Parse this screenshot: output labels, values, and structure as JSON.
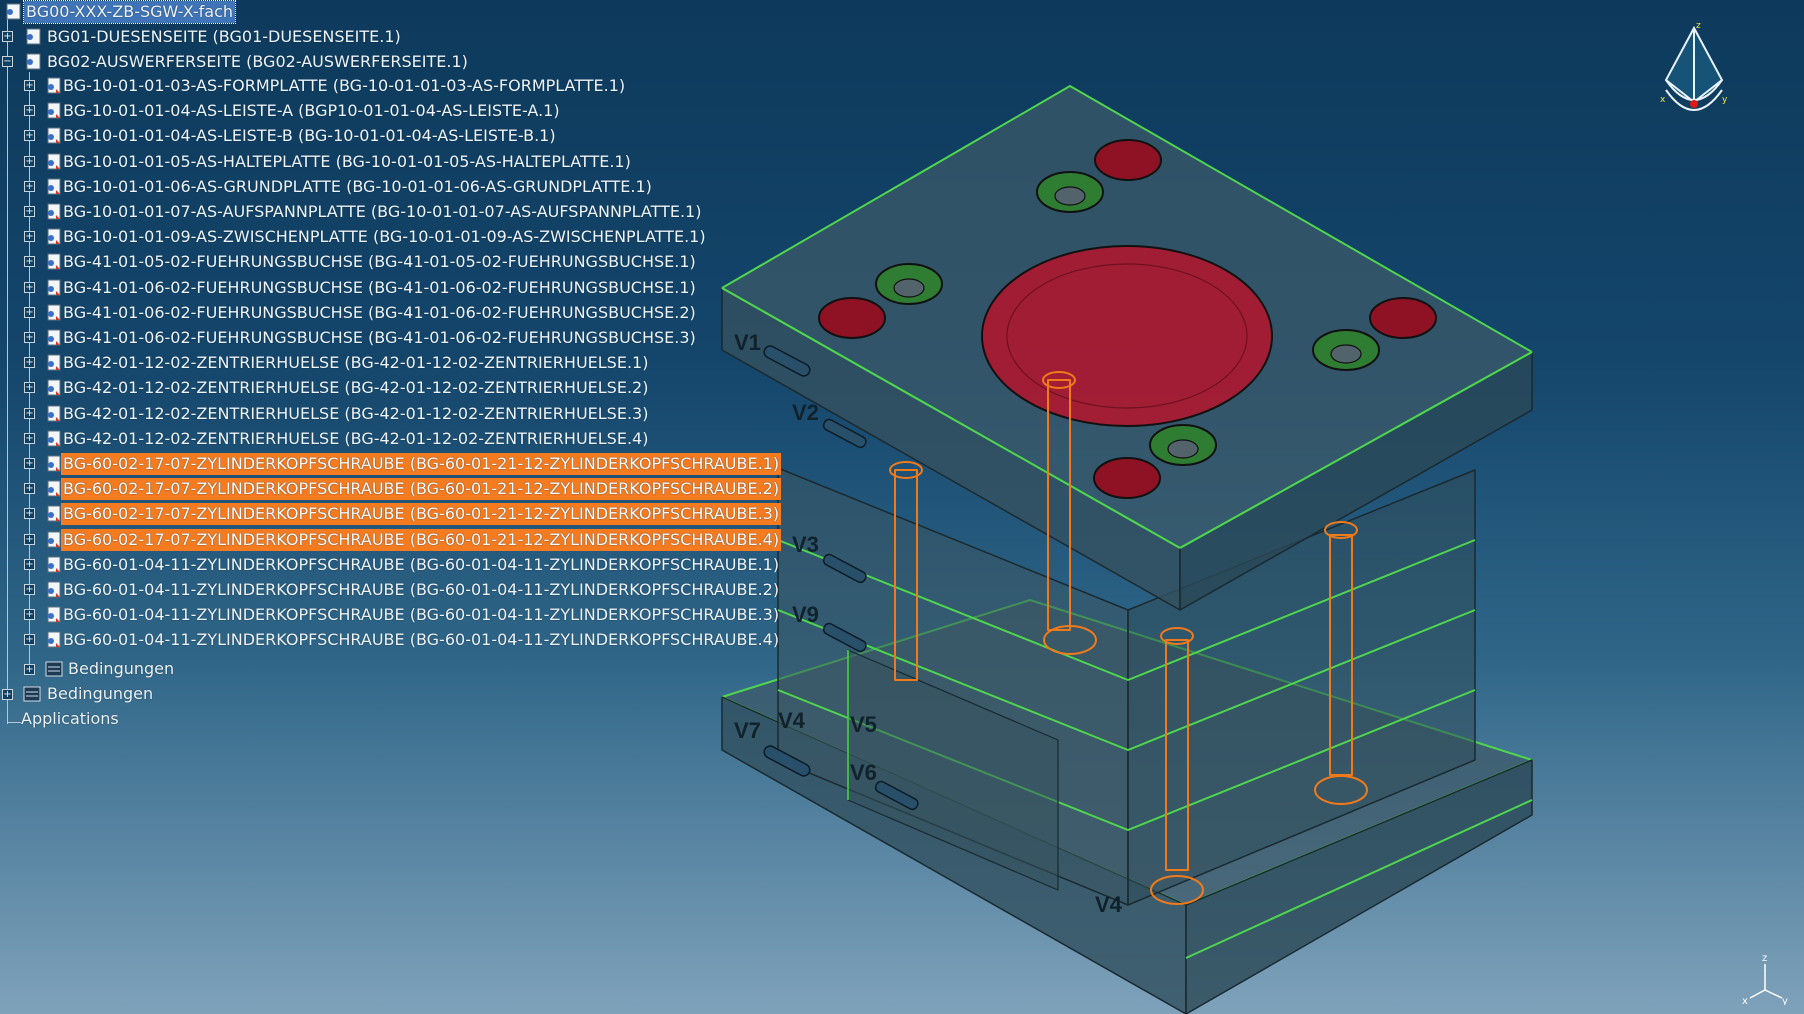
{
  "tree": {
    "root": "BG00-XXX-ZB-SGW-X-fach",
    "duesenseite": "BG01-DUESENSEITE (BG01-DUESENSEITE.1)",
    "auswerferseite": "BG02-AUSWERFERSEITE (BG02-AUSWERFERSEITE.1)",
    "children": [
      "BG-10-01-01-03-AS-FORMPLATTE (BG-10-01-01-03-AS-FORMPLATTE.1)",
      "BG-10-01-01-04-AS-LEISTE-A (BGP10-01-01-04-AS-LEISTE-A.1)",
      "BG-10-01-01-04-AS-LEISTE-B (BG-10-01-01-04-AS-LEISTE-B.1)",
      "BG-10-01-01-05-AS-HALTEPLATTE (BG-10-01-01-05-AS-HALTEPLATTE.1)",
      "BG-10-01-01-06-AS-GRUNDPLATTE (BG-10-01-01-06-AS-GRUNDPLATTE.1)",
      "BG-10-01-01-07-AS-AUFSPANNPLATTE (BG-10-01-01-07-AS-AUFSPANNPLATTE.1)",
      "BG-10-01-01-09-AS-ZWISCHENPLATTE (BG-10-01-01-09-AS-ZWISCHENPLATTE.1)",
      "BG-41-01-05-02-FUEHRUNGSBUCHSE (BG-41-01-05-02-FUEHRUNGSBUCHSE.1)",
      "BG-41-01-06-02-FUEHRUNGSBUCHSE (BG-41-01-06-02-FUEHRUNGSBUCHSE.1)",
      "BG-41-01-06-02-FUEHRUNGSBUCHSE (BG-41-01-06-02-FUEHRUNGSBUCHSE.2)",
      "BG-41-01-06-02-FUEHRUNGSBUCHSE (BG-41-01-06-02-FUEHRUNGSBUCHSE.3)",
      "BG-42-01-12-02-ZENTRIERHUELSE (BG-42-01-12-02-ZENTRIERHUELSE.1)",
      "BG-42-01-12-02-ZENTRIERHUELSE (BG-42-01-12-02-ZENTRIERHUELSE.2)",
      "BG-42-01-12-02-ZENTRIERHUELSE (BG-42-01-12-02-ZENTRIERHUELSE.3)",
      "BG-42-01-12-02-ZENTRIERHUELSE (BG-42-01-12-02-ZENTRIERHUELSE.4)",
      "BG-60-02-17-07-ZYLINDERKOPFSCHRAUBE (BG-60-01-21-12-ZYLINDERKOPFSCHRAUBE.1)",
      "BG-60-02-17-07-ZYLINDERKOPFSCHRAUBE (BG-60-01-21-12-ZYLINDERKOPFSCHRAUBE.2)",
      "BG-60-02-17-07-ZYLINDERKOPFSCHRAUBE (BG-60-01-21-12-ZYLINDERKOPFSCHRAUBE.3)",
      "BG-60-02-17-07-ZYLINDERKOPFSCHRAUBE (BG-60-01-21-12-ZYLINDERKOPFSCHRAUBE.4)",
      "BG-60-01-04-11-ZYLINDERKOPFSCHRAUBE (BG-60-01-04-11-ZYLINDERKOPFSCHRAUBE.1)",
      "BG-60-01-04-11-ZYLINDERKOPFSCHRAUBE (BG-60-01-04-11-ZYLINDERKOPFSCHRAUBE.2)",
      "BG-60-01-04-11-ZYLINDERKOPFSCHRAUBE (BG-60-01-04-11-ZYLINDERKOPFSCHRAUBE.3)",
      "BG-60-01-04-11-ZYLINDERKOPFSCHRAUBE (BG-60-01-04-11-ZYLINDERKOPFSCHRAUBE.4)"
    ],
    "bedingungen_inner": "Bedingungen",
    "bedingungen_outer": "Bedingungen",
    "applications": "Applications"
  },
  "viewport": {
    "plate_labels": [
      "V1",
      "V2",
      "V3",
      "V9",
      "V7",
      "V4",
      "V5",
      "V6",
      "V4"
    ],
    "edge_color": "#4fd64f",
    "hole_color": "#c8102e",
    "screw_color": "#f07a1a"
  },
  "compass": {
    "axis_x": "x",
    "axis_y": "y",
    "axis_z": "z"
  },
  "triad": {
    "x": "x",
    "y": "y",
    "z": "z"
  }
}
